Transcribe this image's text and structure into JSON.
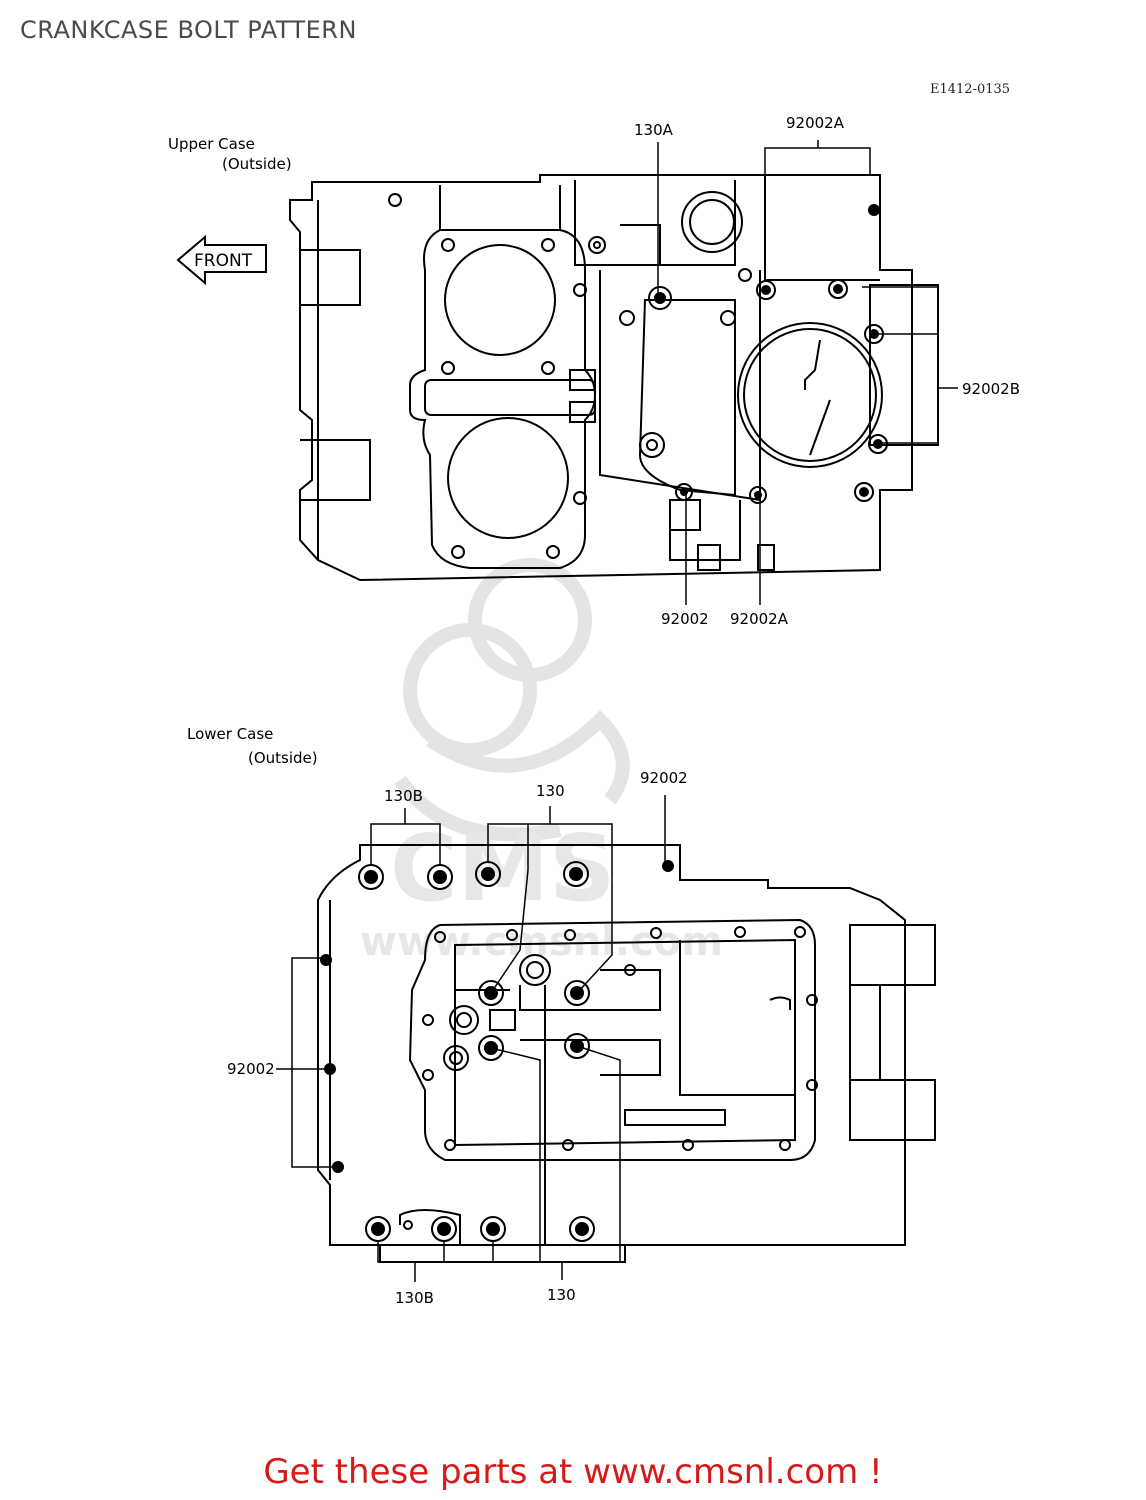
{
  "page": {
    "title": "CRANKCASE BOLT PATTERN",
    "reference_code": "E1412-0135",
    "footer_cta": "Get these parts at www.cmsnl.com !"
  },
  "watermark": {
    "brand": "CMS",
    "url": "www.cmsnl.com"
  },
  "upper_case": {
    "title": "Upper Case",
    "subtitle": "(Outside)",
    "front_label": "FRONT",
    "callouts": [
      "130A",
      "92002A",
      "92002B",
      "92002",
      "92002A"
    ]
  },
  "lower_case": {
    "title": "Lower Case",
    "subtitle": "(Outside)",
    "callouts": [
      "130B",
      "130",
      "92002",
      "92002",
      "130B",
      "130"
    ]
  },
  "colors": {
    "title_gray": "#4a4a4a",
    "cta_red": "#d51a1a",
    "line": "#000000",
    "watermark": "#e7e7e7"
  }
}
